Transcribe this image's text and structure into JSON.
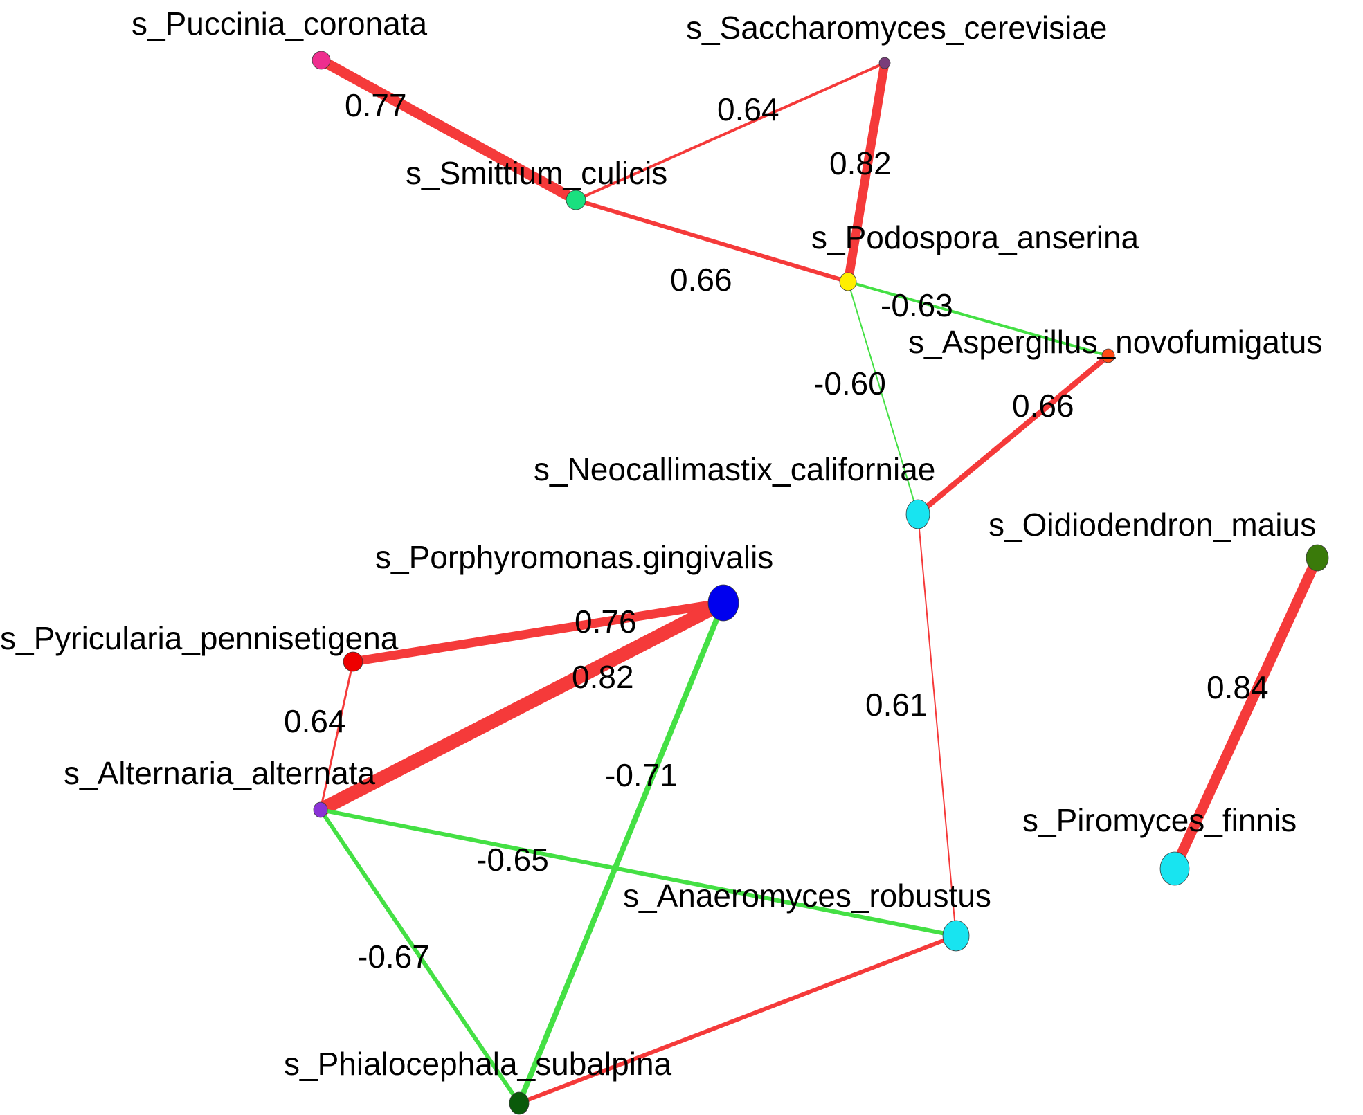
{
  "colors": {
    "positive_edge": "#f53a3a",
    "negative_edge": "#44e044",
    "text": "#000000"
  },
  "nodes": [
    {
      "id": "puccinia",
      "label": "s_Puccinia_coronata",
      "color": "#ee2e8e"
    },
    {
      "id": "saccharomyces",
      "label": "s_Saccharomyces_cerevisiae",
      "color": "#7a3d7a"
    },
    {
      "id": "smittium",
      "label": "s_Smittium_culicis",
      "color": "#19e07f"
    },
    {
      "id": "podospora",
      "label": "s_Podospora_anserina",
      "color": "#ffee00"
    },
    {
      "id": "aspergillus",
      "label": "s_Aspergillus_novofumigatus",
      "color": "#ff4a14"
    },
    {
      "id": "neocallimastix",
      "label": "s_Neocallimastix_californiae",
      "color": "#18e4f0"
    },
    {
      "id": "oidiodendron",
      "label": "s_Oidiodendron_maius",
      "color": "#3a7a0a"
    },
    {
      "id": "porphyromonas",
      "label": "s_Porphyromonas.gingivalis",
      "color": "#0000ee"
    },
    {
      "id": "pyricularia",
      "label": "s_Pyricularia_pennisetigena",
      "color": "#ee0000"
    },
    {
      "id": "alternaria",
      "label": "s_Alternaria_alternata",
      "color": "#8a33d6"
    },
    {
      "id": "piromyces",
      "label": "s_Piromyces_finnis",
      "color": "#18e4f0"
    },
    {
      "id": "anaeromyces",
      "label": "s_Anaeromyces_robustus",
      "color": "#18e4f0"
    },
    {
      "id": "phialocephala",
      "label": "s_Phialocephala_subalpina",
      "color": "#0a5a0a"
    }
  ],
  "edges": [
    {
      "source": "puccinia",
      "target": "smittium",
      "weight": "0.77",
      "sign": "positive"
    },
    {
      "source": "saccharomyces",
      "target": "smittium",
      "weight": "0.64",
      "sign": "positive"
    },
    {
      "source": "saccharomyces",
      "target": "podospora",
      "weight": "0.82",
      "sign": "positive"
    },
    {
      "source": "smittium",
      "target": "podospora",
      "weight": "0.66",
      "sign": "positive"
    },
    {
      "source": "podospora",
      "target": "aspergillus",
      "weight": "-0.63",
      "sign": "negative"
    },
    {
      "source": "podospora",
      "target": "neocallimastix",
      "weight": "-0.60",
      "sign": "negative"
    },
    {
      "source": "aspergillus",
      "target": "neocallimastix",
      "weight": "0.66",
      "sign": "positive"
    },
    {
      "source": "neocallimastix",
      "target": "anaeromyces",
      "weight": "0.61",
      "sign": "positive"
    },
    {
      "source": "oidiodendron",
      "target": "piromyces",
      "weight": "0.84",
      "sign": "positive"
    },
    {
      "source": "pyricularia",
      "target": "porphyromonas",
      "weight": "0.76",
      "sign": "positive"
    },
    {
      "source": "alternaria",
      "target": "porphyromonas",
      "weight": "0.82",
      "sign": "positive"
    },
    {
      "source": "pyricularia",
      "target": "alternaria",
      "weight": "0.64",
      "sign": "positive"
    },
    {
      "source": "porphyromonas",
      "target": "phialocephala",
      "weight": "-0.71",
      "sign": "negative"
    },
    {
      "source": "alternaria",
      "target": "anaeromyces",
      "weight": "-0.65",
      "sign": "negative"
    },
    {
      "source": "alternaria",
      "target": "phialocephala",
      "weight": "-0.67",
      "sign": "negative"
    },
    {
      "source": "anaeromyces",
      "target": "phialocephala",
      "weight": "",
      "sign": "positive"
    }
  ]
}
